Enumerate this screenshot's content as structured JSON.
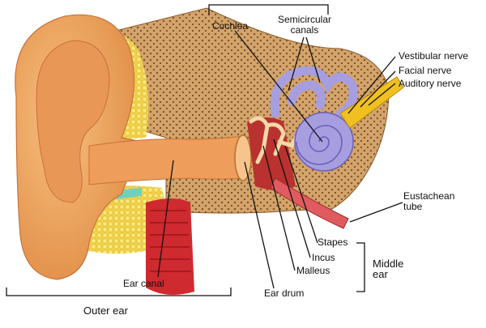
{
  "labels": {
    "cochlea": "Cochlea",
    "semicircular_1": "Semicircular",
    "semicircular_2": "canals",
    "vestibular_nerve": "Vestibular nerve",
    "facial_nerve": "Facial  nerve",
    "auditory_nerve": "Auditory nerve",
    "eustachean_1": "Eustachean",
    "eustachean_2": "tube",
    "stapes": "Stapes",
    "incus": "Incus",
    "malleus": "Malleus",
    "ear_drum": "Ear drum",
    "ear_canal": "Ear canal",
    "middle_1": "Middle",
    "middle_2": "ear",
    "outer_ear": "Outer ear"
  },
  "colors": {
    "skin": "#f2a866",
    "skin_dark": "#d9803d",
    "bone": "#c79158",
    "fat": "#f6e066",
    "muscle": "#d4252b",
    "cochlea": "#a79ee0",
    "nerve": "#f0c020",
    "canal_lining": "#6fd0c0"
  }
}
